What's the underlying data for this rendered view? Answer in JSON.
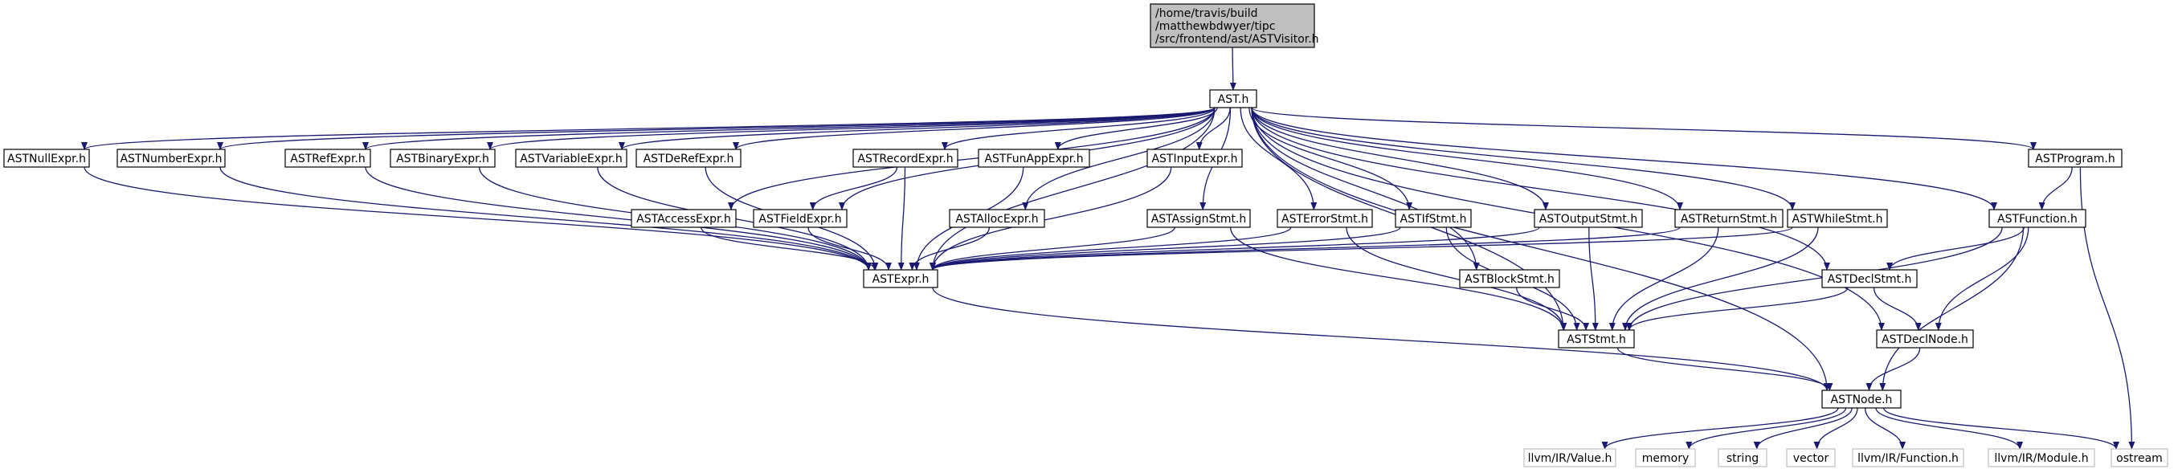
{
  "root_label": [
    "/home/travis/build",
    "/matthewbdwyer/tipc",
    "/src/frontend/ast/ASTVisitor.h"
  ],
  "colors": {
    "edge": "#191970",
    "root_fill": "#bfbfbf",
    "ext_border": "#bfbfbf",
    "node_border": "#000000"
  },
  "nodes": {
    "ast": "AST.h",
    "nullexpr": "ASTNullExpr.h",
    "numberexpr": "ASTNumberExpr.h",
    "refexpr": "ASTRefExpr.h",
    "binaryexpr": "ASTBinaryExpr.h",
    "variableexpr": "ASTVariableExpr.h",
    "derefexpr": "ASTDeRefExpr.h",
    "recordexpr": "ASTRecordExpr.h",
    "funappexpr": "ASTFunAppExpr.h",
    "inputexpr": "ASTInputExpr.h",
    "program": "ASTProgram.h",
    "accessexpr": "ASTAccessExpr.h",
    "fieldexpr": "ASTFieldExpr.h",
    "allocexpr": "ASTAllocExpr.h",
    "assignstmt": "ASTAssignStmt.h",
    "errorstmt": "ASTErrorStmt.h",
    "ifstmt": "ASTIfStmt.h",
    "outputstmt": "ASTOutputStmt.h",
    "returnstmt": "ASTReturnStmt.h",
    "whilestmt": "ASTWhileStmt.h",
    "function": "ASTFunction.h",
    "expr": "ASTExpr.h",
    "blockstmt": "ASTBlockStmt.h",
    "declstmt": "ASTDeclStmt.h",
    "stmt": "ASTStmt.h",
    "declnode": "ASTDeclNode.h",
    "node": "ASTNode.h",
    "value": "llvm/IR/Value.h",
    "memory": "memory",
    "string": "string",
    "vector": "vector",
    "irfunction": "llvm/IR/Function.h",
    "irmodule": "llvm/IR/Module.h",
    "ostream": "ostream"
  },
  "edges": [
    [
      "root",
      "ast"
    ],
    [
      "ast",
      "nullexpr"
    ],
    [
      "ast",
      "numberexpr"
    ],
    [
      "ast",
      "refexpr"
    ],
    [
      "ast",
      "binaryexpr"
    ],
    [
      "ast",
      "variableexpr"
    ],
    [
      "ast",
      "derefexpr"
    ],
    [
      "ast",
      "recordexpr"
    ],
    [
      "ast",
      "funappexpr"
    ],
    [
      "ast",
      "inputexpr"
    ],
    [
      "ast",
      "program"
    ],
    [
      "ast",
      "accessexpr"
    ],
    [
      "ast",
      "fieldexpr"
    ],
    [
      "ast",
      "allocexpr"
    ],
    [
      "ast",
      "assignstmt"
    ],
    [
      "ast",
      "errorstmt"
    ],
    [
      "ast",
      "ifstmt"
    ],
    [
      "ast",
      "outputstmt"
    ],
    [
      "ast",
      "returnstmt"
    ],
    [
      "ast",
      "whilestmt"
    ],
    [
      "ast",
      "function"
    ],
    [
      "ast",
      "expr"
    ],
    [
      "ast",
      "blockstmt"
    ],
    [
      "ast",
      "declstmt"
    ],
    [
      "ast",
      "stmt"
    ],
    [
      "ast",
      "declnode"
    ],
    [
      "ast",
      "node"
    ],
    [
      "nullexpr",
      "expr"
    ],
    [
      "numberexpr",
      "expr"
    ],
    [
      "refexpr",
      "expr"
    ],
    [
      "binaryexpr",
      "expr"
    ],
    [
      "variableexpr",
      "expr"
    ],
    [
      "derefexpr",
      "expr"
    ],
    [
      "recordexpr",
      "expr"
    ],
    [
      "recordexpr",
      "fieldexpr"
    ],
    [
      "funappexpr",
      "expr"
    ],
    [
      "inputexpr",
      "expr"
    ],
    [
      "accessexpr",
      "expr"
    ],
    [
      "fieldexpr",
      "expr"
    ],
    [
      "allocexpr",
      "expr"
    ],
    [
      "assignstmt",
      "expr"
    ],
    [
      "assignstmt",
      "stmt"
    ],
    [
      "errorstmt",
      "expr"
    ],
    [
      "errorstmt",
      "stmt"
    ],
    [
      "ifstmt",
      "expr"
    ],
    [
      "ifstmt",
      "stmt"
    ],
    [
      "outputstmt",
      "expr"
    ],
    [
      "outputstmt",
      "stmt"
    ],
    [
      "returnstmt",
      "expr"
    ],
    [
      "returnstmt",
      "stmt"
    ],
    [
      "whilestmt",
      "expr"
    ],
    [
      "whilestmt",
      "stmt"
    ],
    [
      "blockstmt",
      "stmt"
    ],
    [
      "program",
      "function"
    ],
    [
      "program",
      "ostream"
    ],
    [
      "function",
      "declstmt"
    ],
    [
      "function",
      "stmt"
    ],
    [
      "function",
      "declnode"
    ],
    [
      "function",
      "node"
    ],
    [
      "declstmt",
      "stmt"
    ],
    [
      "declstmt",
      "declnode"
    ],
    [
      "expr",
      "node"
    ],
    [
      "stmt",
      "node"
    ],
    [
      "declnode",
      "node"
    ],
    [
      "node",
      "value"
    ],
    [
      "node",
      "memory"
    ],
    [
      "node",
      "string"
    ],
    [
      "node",
      "vector"
    ],
    [
      "node",
      "irfunction"
    ],
    [
      "node",
      "irmodule"
    ],
    [
      "node",
      "ostream"
    ]
  ]
}
